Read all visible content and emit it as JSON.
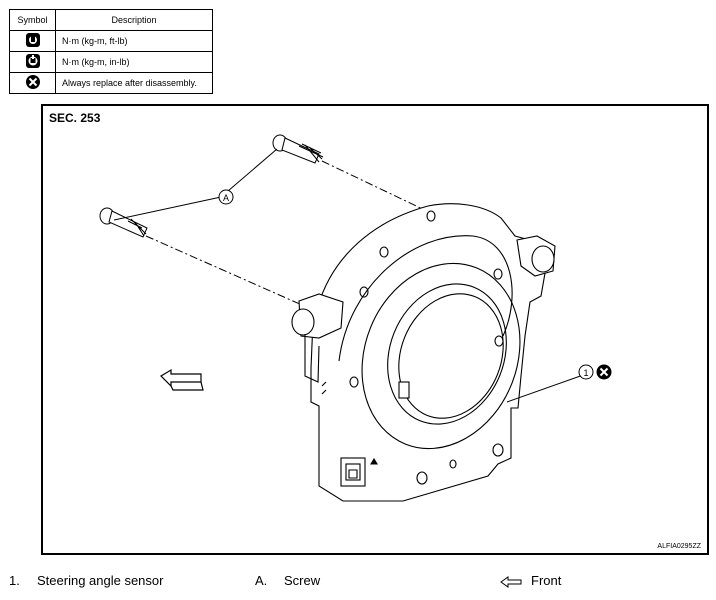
{
  "symbol_table": {
    "header_symbol": "Symbol",
    "header_description": "Description",
    "rows": [
      {
        "icon": "torque-wrench-icon",
        "description": "N·m (kg-m, ft-lb)"
      },
      {
        "icon": "torque-wrench-small-icon",
        "description": "N·m (kg-m, in-lb)"
      },
      {
        "icon": "always-replace-icon",
        "description": "Always replace after disassembly."
      }
    ]
  },
  "diagram": {
    "section": "SEC. 253",
    "figure_code": "ALFIA0295ZZ",
    "callout_screw": "A",
    "callout_part": "1"
  },
  "legend": {
    "item1_number": "1.",
    "item1_label": "Steering angle sensor",
    "itemA_letter": "A.",
    "itemA_label": "Screw",
    "front_label": "Front"
  }
}
